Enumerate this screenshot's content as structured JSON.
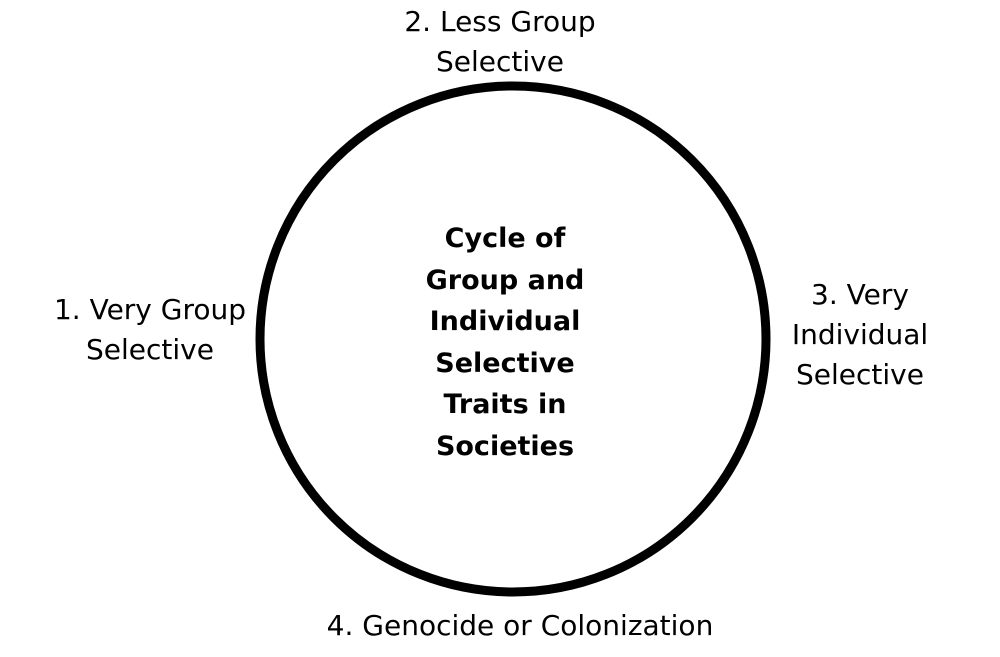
{
  "center": {
    "title": "Cycle of\nGroup and\nIndividual\nSelective\nTraits in\nSocieties"
  },
  "nodes": [
    {
      "id": "1",
      "label": "1. Very Group\nSelective"
    },
    {
      "id": "2",
      "label": "2. Less Group\nSelective"
    },
    {
      "id": "3",
      "label": "3. Very\nIndividual\nSelective"
    },
    {
      "id": "4",
      "label": "4. Genocide or Colonization"
    }
  ],
  "colors": {
    "stroke": "#000000",
    "text": "#000000",
    "background": "#ffffff"
  }
}
